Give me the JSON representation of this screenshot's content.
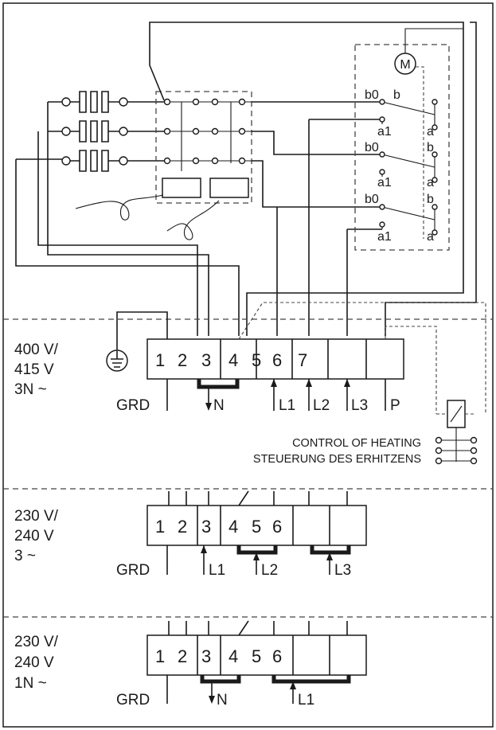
{
  "motor": {
    "label": "M"
  },
  "switch_contacts": [
    {
      "b0": "b0",
      "b": "b",
      "a1": "a1",
      "a": "a"
    },
    {
      "b0": "b0",
      "b": "b",
      "a1": "a1",
      "a": "a"
    },
    {
      "b0": "b0",
      "b": "b",
      "a1": "a1",
      "a": "a"
    }
  ],
  "sections": [
    {
      "voltage": [
        "400 V/",
        "415 V",
        "3N ~"
      ],
      "terminals": [
        "1",
        "2",
        "3",
        "4",
        "5",
        "6",
        "7",
        "",
        ""
      ],
      "grd": "GRD",
      "labels": {
        "n": "N",
        "l1": "L1",
        "l2": "L2",
        "l3": "L3",
        "p": "P"
      }
    },
    {
      "voltage": [
        "230 V/",
        "240 V",
        "3 ~"
      ],
      "terminals": [
        "1",
        "2",
        "3",
        "4",
        "5",
        "6",
        "",
        ""
      ],
      "grd": "GRD",
      "labels": {
        "l1": "L1",
        "l2": "L2",
        "l3": "L3"
      }
    },
    {
      "voltage": [
        "230 V/",
        "240 V",
        "1N ~"
      ],
      "terminals": [
        "1",
        "2",
        "3",
        "4",
        "5",
        "6",
        "",
        ""
      ],
      "grd": "GRD",
      "labels": {
        "n": "N",
        "l1": "L1"
      }
    }
  ],
  "control": {
    "line1": "CONTROL OF HEATING",
    "line2": "STEUERUNG DES ERHITZENS"
  }
}
